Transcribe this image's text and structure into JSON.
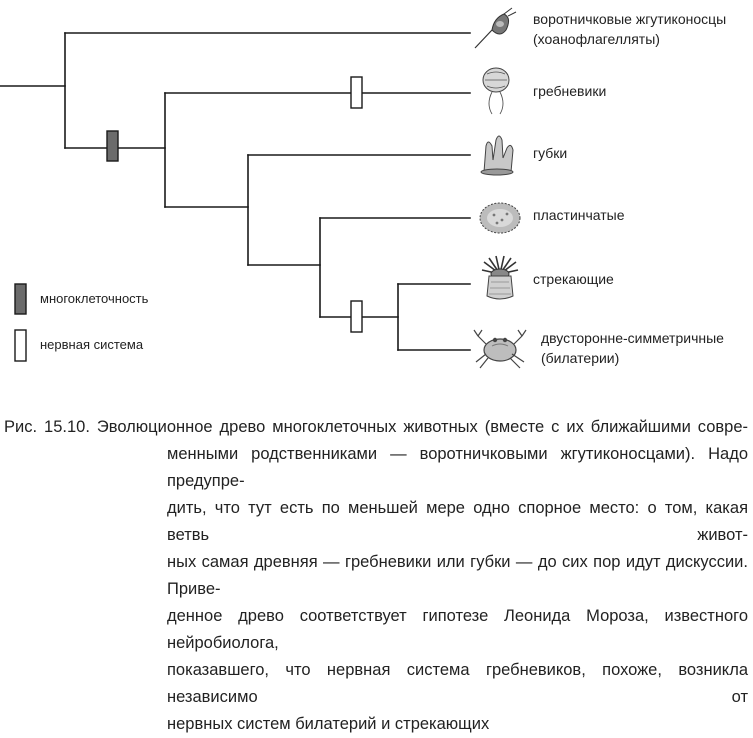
{
  "taxa": [
    {
      "id": "choano",
      "lines": [
        "воротничковые жгутиконосцы",
        "(хоанофлагелляты)"
      ],
      "icon": "choanoflagellate-icon"
    },
    {
      "id": "cteno",
      "lines": [
        "гребневики"
      ],
      "icon": "ctenophore-icon"
    },
    {
      "id": "sponge",
      "lines": [
        "губки"
      ],
      "icon": "sponge-icon"
    },
    {
      "id": "placo",
      "lines": [
        "пластинчатые"
      ],
      "icon": "placozoa-icon"
    },
    {
      "id": "cnid",
      "lines": [
        "стрекающие"
      ],
      "icon": "sea-anemone-icon"
    },
    {
      "id": "bilat",
      "lines": [
        "двусторонне-симметричные",
        "(билатерии)"
      ],
      "icon": "crab-icon"
    }
  ],
  "legend": {
    "multicellularity": "многоклеточность",
    "nervous_system": "нервная система"
  },
  "colors": {
    "line": "#1a1a1a",
    "multicellularity_marker": "#6b6b6b",
    "nervous_marker": "#ffffff"
  },
  "caption": {
    "label": "Рис. 15.10.",
    "lines": [
      "Эволюционное древо многоклеточных животных (вместе с их ближайшими совре-",
      "менными родственниками — воротничковыми жгутиконосцами). Надо предупре-",
      "дить, что тут есть по меньшей мере одно спорное место: о том, какая ветвь живот-",
      "ных самая древняя — гребневики или губки — до сих пор идут дискуссии. Приве-",
      "денное древо соответствует гипотезе Леонида Мороза, известного нейробиолога,",
      "показавшего, что нервная система гребневиков, похоже, возникла независимо от",
      "нервных систем билатерий и стрекающих"
    ]
  }
}
